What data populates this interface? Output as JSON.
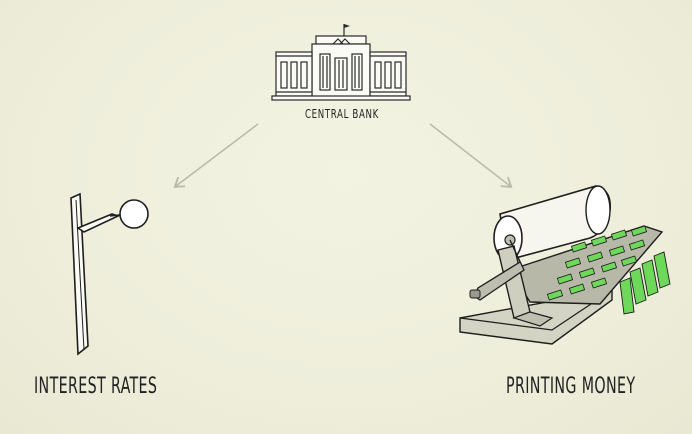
{
  "diagram": {
    "nodes": {
      "central_bank": {
        "label": "CENTRAL BANK",
        "icon": "bank-building-icon"
      },
      "interest_rates": {
        "label": "INTEREST RATES",
        "icon": "lever-icon"
      },
      "printing_money": {
        "label": "PRINTING MONEY",
        "icon": "printing-press-icon"
      }
    },
    "edges": [
      {
        "from": "central_bank",
        "to": "interest_rates"
      },
      {
        "from": "central_bank",
        "to": "printing_money"
      }
    ]
  },
  "colors": {
    "background": "#efefdc",
    "ink": "#222222",
    "arrow": "#b9b9a8",
    "money_green": "#6ed85a"
  }
}
